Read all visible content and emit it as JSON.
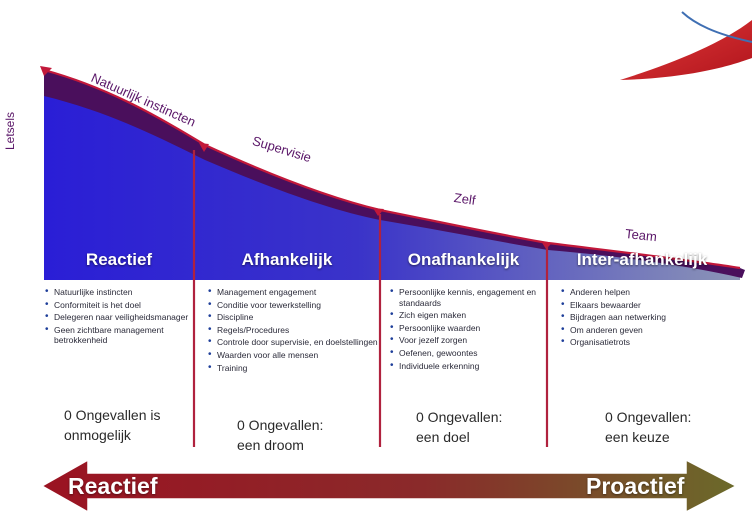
{
  "y_axis_label": "Letsels",
  "curve_labels": [
    "Natuurlijk instincten",
    "Supervisie",
    "Zelf",
    "Team"
  ],
  "stages": [
    {
      "title": "Reactief",
      "bullets": [
        "Natuurlijke instincten",
        "Conformiteit is het doel",
        "Delegeren naar veiligheidsmanager",
        "Geen zichtbare management betrokkenheid"
      ],
      "goal_line1": "0 Ongevallen is",
      "goal_line2": "onmogelijk"
    },
    {
      "title": "Afhankelijk",
      "bullets": [
        "Management engagement",
        "Conditie voor tewerkstelling",
        "Discipline",
        "Regels/Procedures",
        "Controle door supervisie, en doelstellingen",
        "Waarden voor alle mensen",
        "Training"
      ],
      "goal_line1": "0 Ongevallen:",
      "goal_line2": "een droom"
    },
    {
      "title": "Onafhankelijk",
      "bullets": [
        "Persoonlijke kennis, engagement en standaards",
        "Zich eigen maken",
        "Persoonlijke waarden",
        "Voor jezelf zorgen",
        "Oefenen, gewoontes",
        "Individuele erkenning"
      ],
      "goal_line1": "0 Ongevallen:",
      "goal_line2": "een doel"
    },
    {
      "title": "Inter-afhankelijk",
      "bullets": [
        "Anderen helpen",
        "Elkaars bewaarder",
        "Bijdragen aan netwerking",
        "Om anderen geven",
        "Organisatietrots"
      ],
      "goal_line1": "0 Ongevallen:",
      "goal_line2": "een keuze"
    }
  ],
  "bottom_arrow": {
    "left_label": "Reactief",
    "right_label": "Proactief"
  },
  "colors": {
    "curve_band": "#4a0f5c",
    "divider": "#b0223e",
    "fill_left": "#2b1fd8",
    "fill_right": "#8a93b8",
    "arrow_left": "#9b1322",
    "arrow_right": "#6b6a2a"
  }
}
